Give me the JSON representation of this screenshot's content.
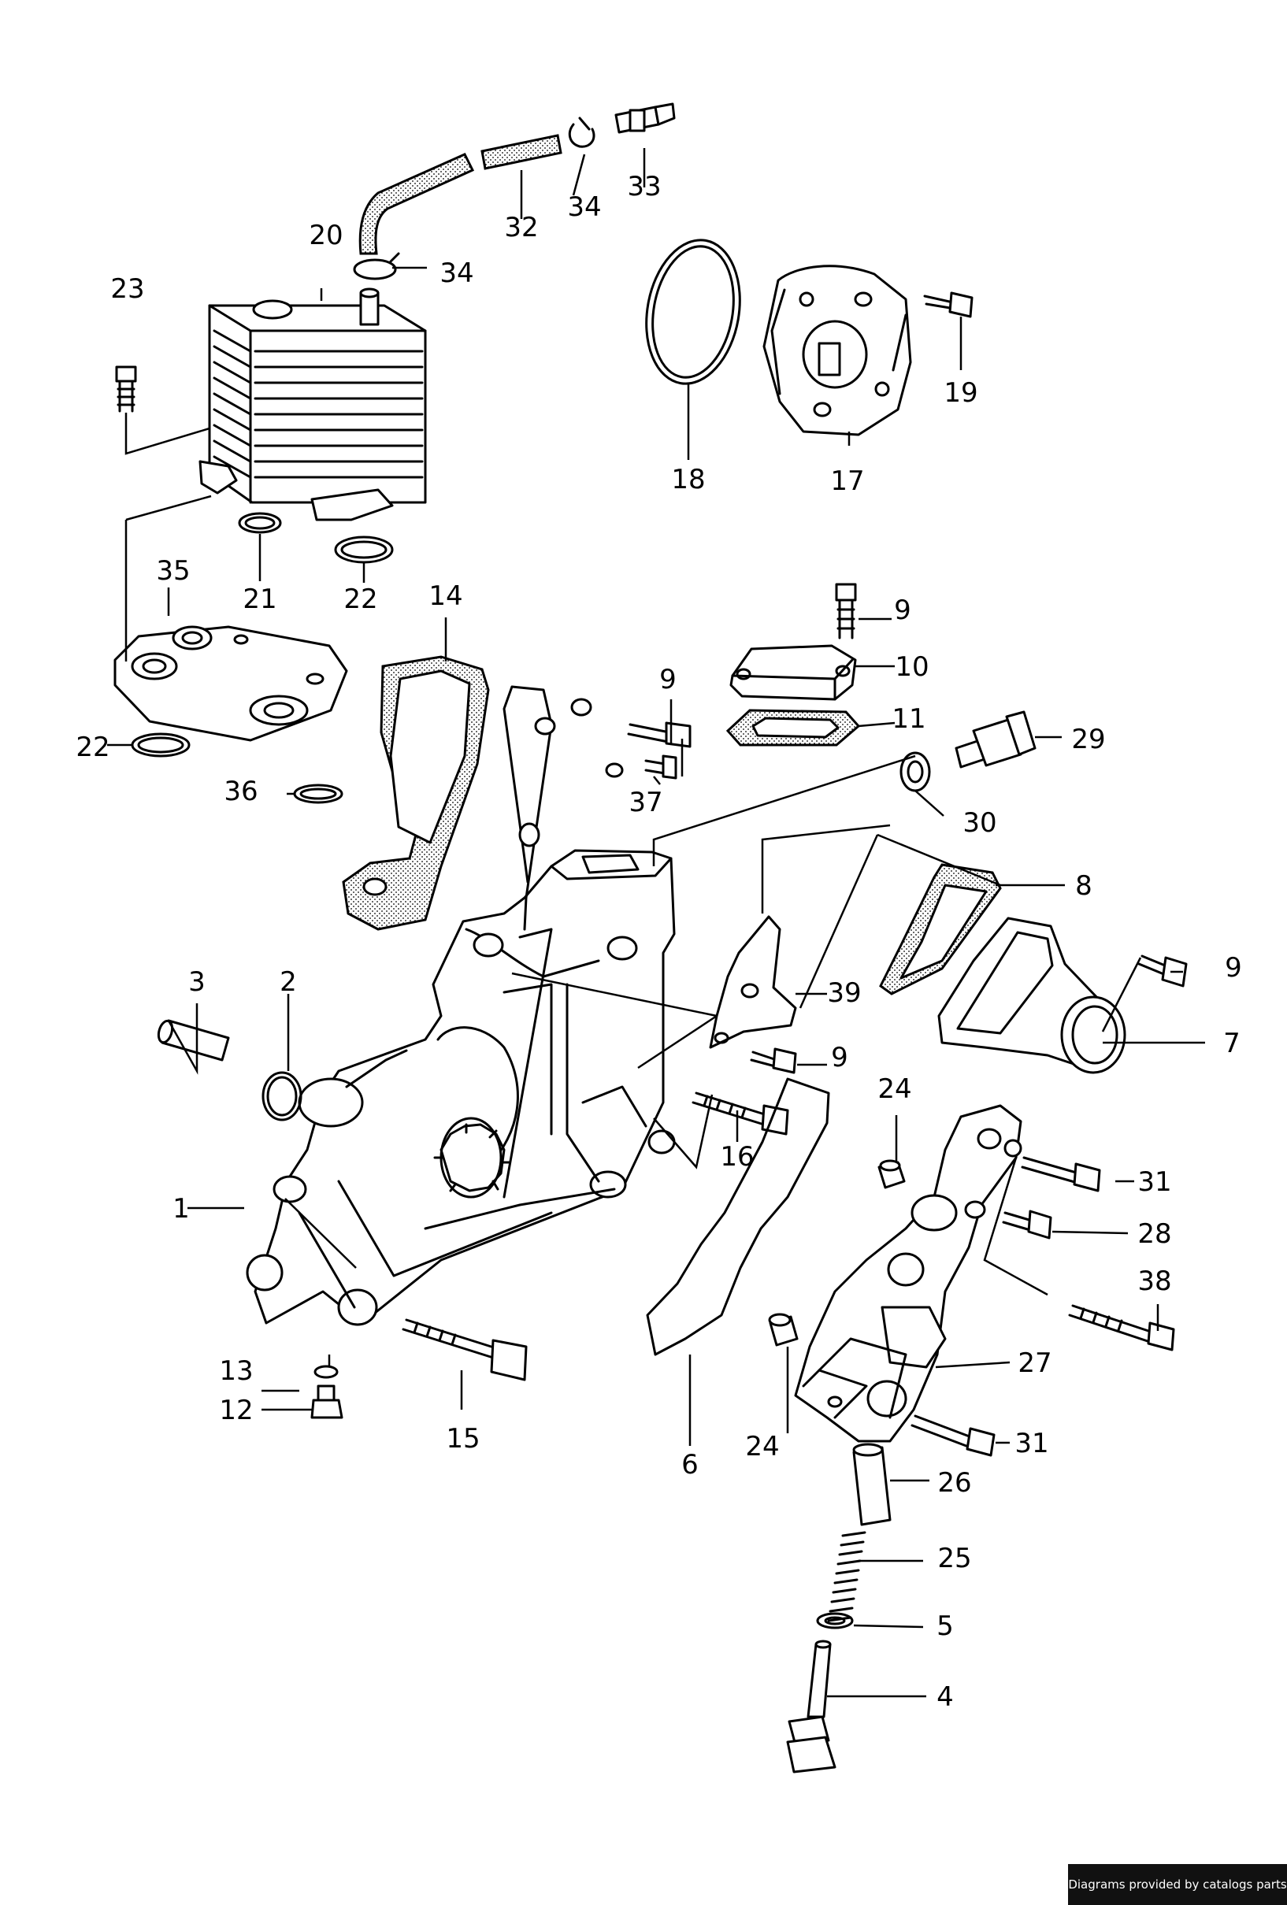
{
  "callouts": {
    "c1": "1",
    "c2": "2",
    "c3": "3",
    "c4": "4",
    "c5": "5",
    "c6": "6",
    "c7": "7",
    "c8": "8",
    "c9a": "9",
    "c9b": "9",
    "c9c": "9",
    "c9d": "9",
    "c10": "10",
    "c11": "11",
    "c12": "12",
    "c13": "13",
    "c14": "14",
    "c15": "15",
    "c16": "16",
    "c17": "17",
    "c18": "18",
    "c19": "19",
    "c20": "20",
    "c21": "21",
    "c22a": "22",
    "c22b": "22",
    "c23": "23",
    "c24a": "24",
    "c24b": "24",
    "c25": "25",
    "c26": "26",
    "c27": "27",
    "c28": "28",
    "c29": "29",
    "c30": "30",
    "c31a": "31",
    "c31b": "31",
    "c32": "32",
    "c33": "33",
    "c34a": "34",
    "c34b": "34",
    "c35": "35",
    "c36": "36",
    "c37": "37",
    "c38": "38",
    "c39": "39"
  },
  "credit": "Diagrams provided by catalogs parts"
}
